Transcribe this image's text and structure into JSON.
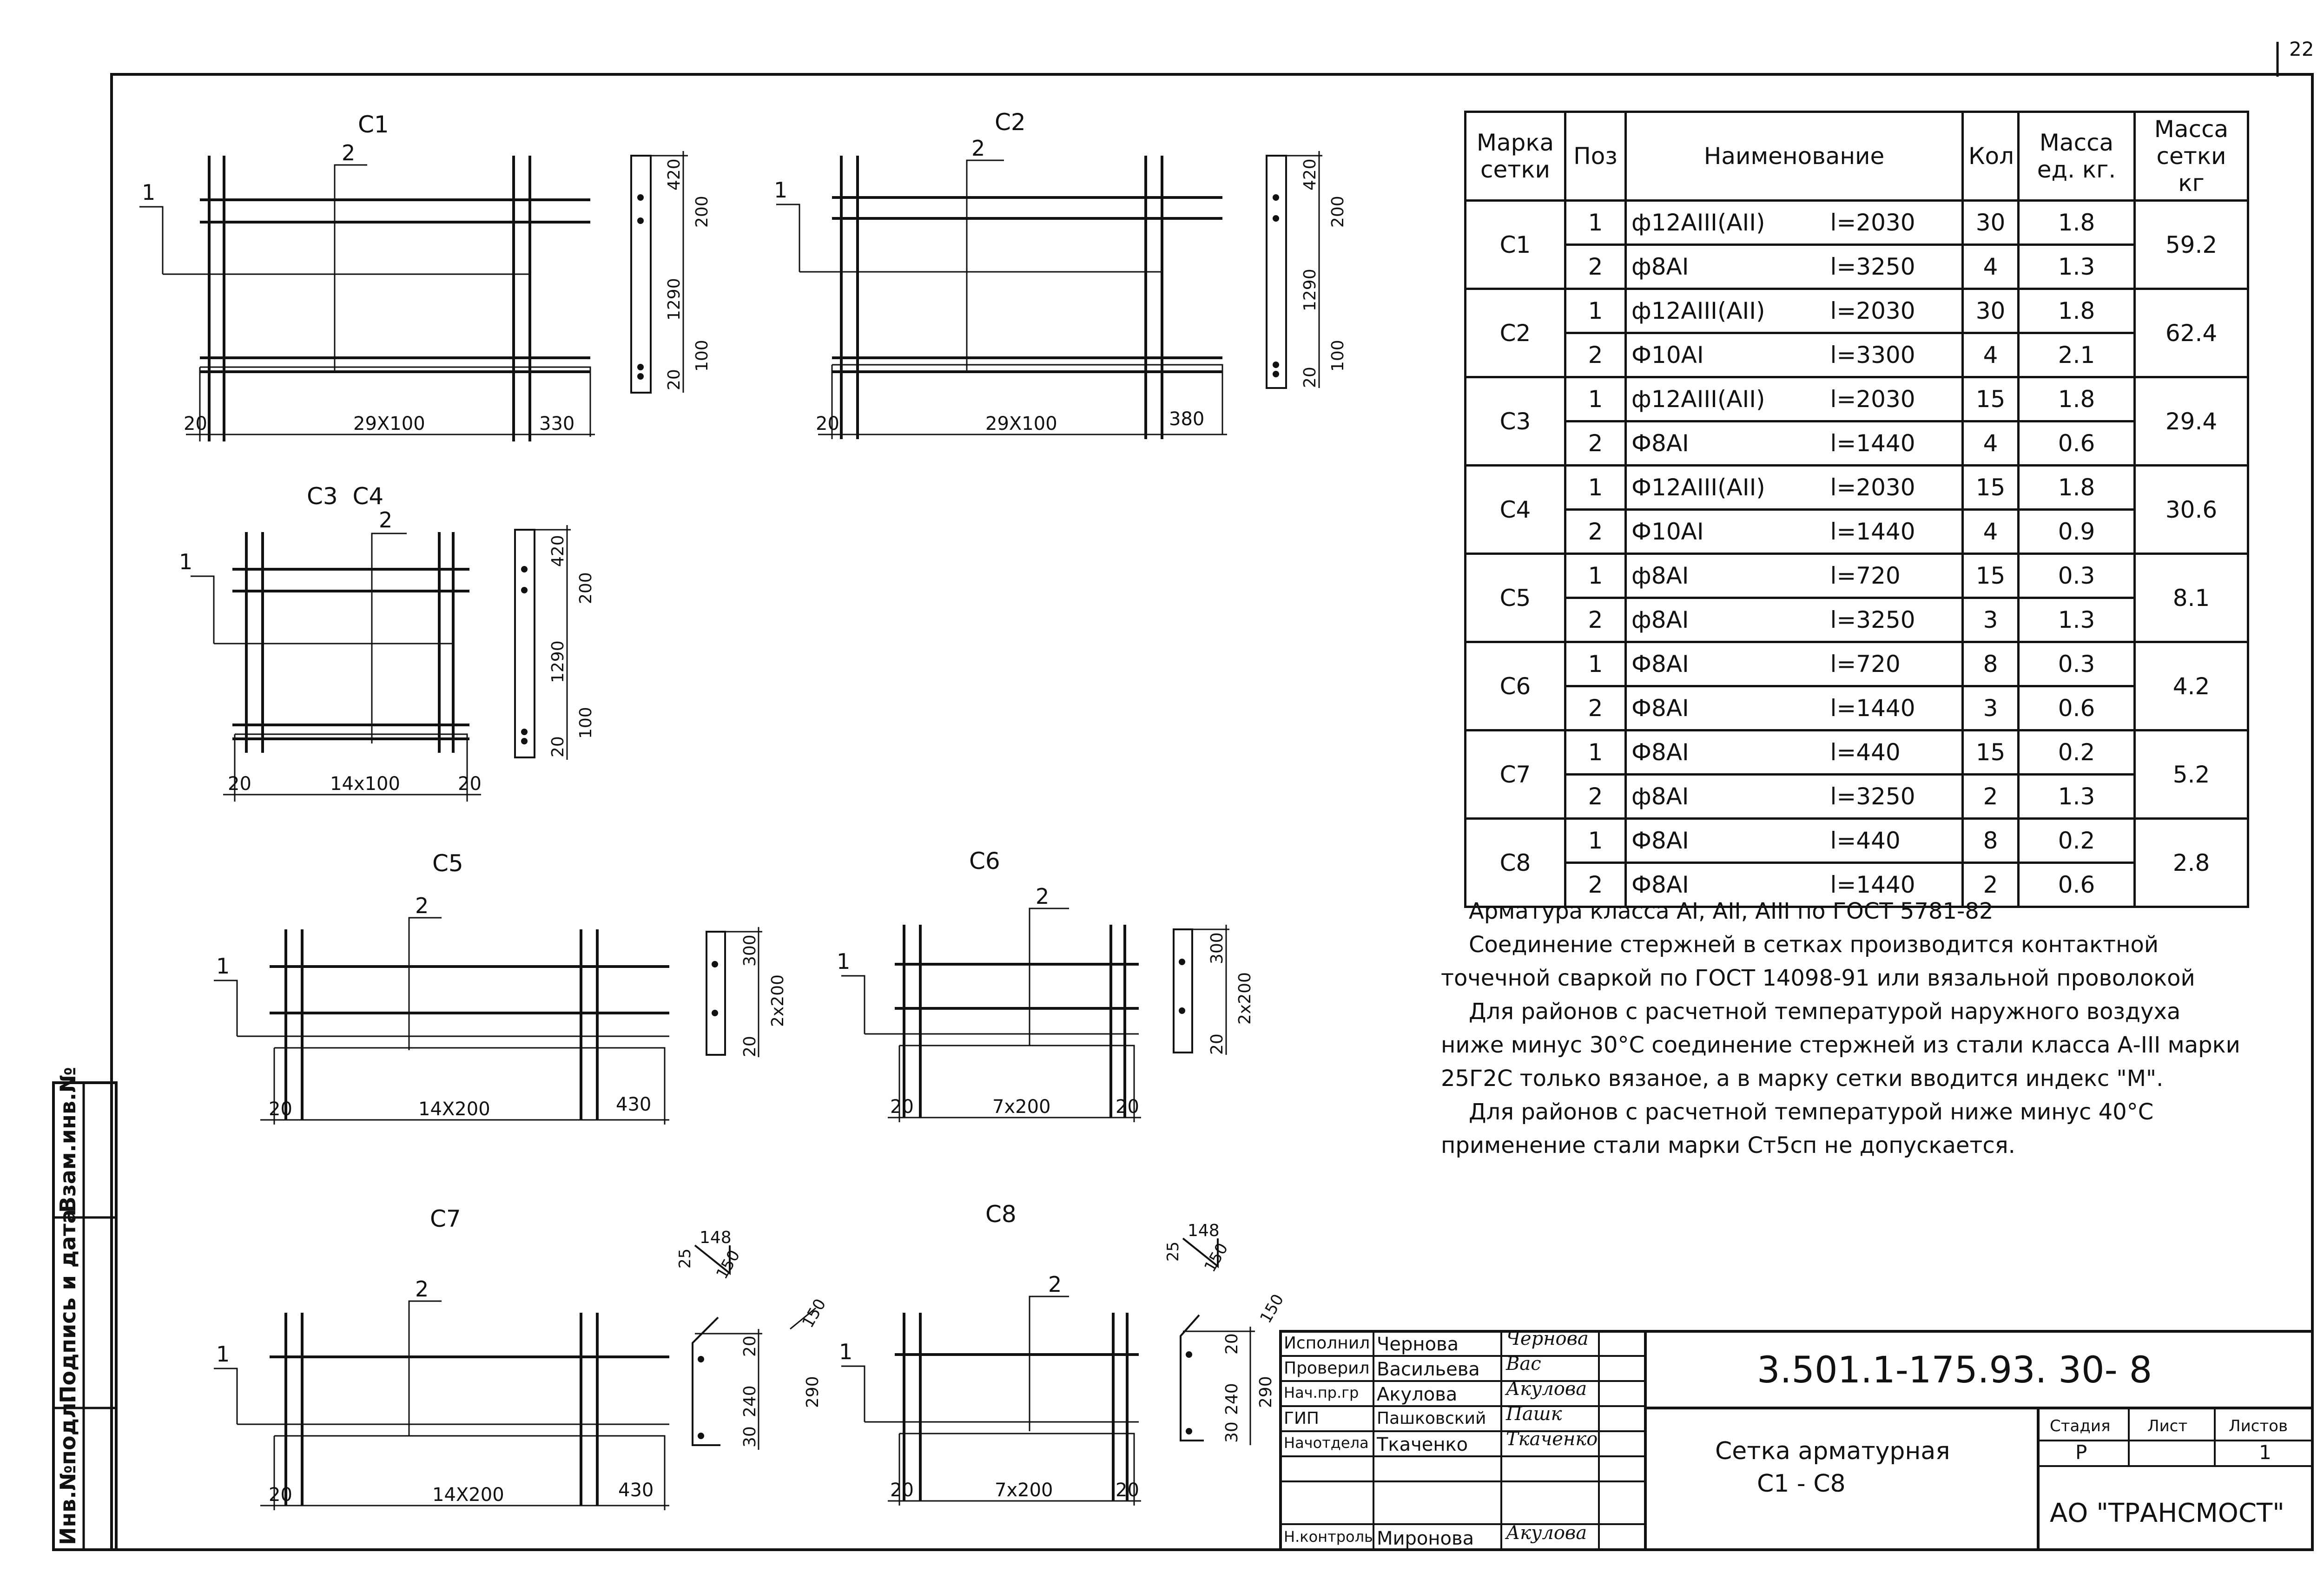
{
  "page_number": "22",
  "side_stamp": {
    "inv_no": "Инв.№подл.",
    "sign_date": "Подпись и дата",
    "replace_inv": "Взам.инв.№"
  },
  "drawings": {
    "c1": {
      "title": "С1",
      "pos1": "1",
      "pos2": "2",
      "dim_span": "29Х100",
      "dim_end": "330",
      "dim_start": "20",
      "side": {
        "d1": "420",
        "d2": "200",
        "d3": "1290",
        "d4": "100",
        "d5": "20"
      }
    },
    "c2": {
      "title": "С2",
      "pos1": "1",
      "pos2": "2",
      "dim_span": "29Х100",
      "dim_end": "380",
      "dim_start": "20",
      "side": {
        "d1": "420",
        "d2": "200",
        "d3": "1290",
        "d4": "100",
        "d5": "20"
      }
    },
    "c3c4": {
      "title": "С3  С4",
      "pos1": "1",
      "pos2": "2",
      "dim_span": "14х100",
      "dim_start": "20",
      "dim_end": "20",
      "side": {
        "d1": "420",
        "d2": "200",
        "d3": "1290",
        "d4": "100",
        "d5": "20"
      }
    },
    "c5": {
      "title": "С5",
      "pos1": "1",
      "pos2": "2",
      "dim_span": "14Х200",
      "dim_start": "20",
      "dim_end": "430",
      "side": {
        "d1": "300",
        "d2": "2х200",
        "d3": "20"
      }
    },
    "c6": {
      "title": "С6",
      "pos1": "1",
      "pos2": "2",
      "dim_span": "7х200",
      "dim_start": "20",
      "dim_end": "20",
      "side": {
        "d1": "300",
        "d2": "2х200",
        "d3": "20"
      }
    },
    "c7": {
      "title": "С7",
      "pos1": "1",
      "pos2": "2",
      "dim_span": "14Х200",
      "dim_start": "20",
      "dim_end": "430",
      "bend": {
        "a": "148",
        "b": "150",
        "c": "25"
      },
      "side": {
        "d1": "20",
        "d2": "240",
        "d3": "30",
        "d4": "290",
        "d5": "150"
      }
    },
    "c8": {
      "title": "С8",
      "pos1": "1",
      "pos2": "2",
      "dim_span": "7х200",
      "dim_start": "20",
      "dim_end": "20",
      "bend": {
        "a": "148",
        "b": "150",
        "c": "25"
      },
      "side": {
        "d1": "20",
        "d2": "240",
        "d3": "30",
        "d4": "290",
        "d5": "150"
      }
    }
  },
  "table": {
    "headers": {
      "mark": "Марка сетки",
      "pos": "Поз",
      "name": "Наименование",
      "qty": "Кол",
      "unit_mass": "Масса ед. кг.",
      "mesh_mass": "Масса сетки кг"
    },
    "rows": [
      {
        "mark": "С1",
        "mass": "59.2",
        "items": [
          {
            "pos": "1",
            "name": "ф12АIII(АII)",
            "len": "l=2030",
            "qty": "30",
            "unit": "1.8"
          },
          {
            "pos": "2",
            "name": "ф8АI",
            "len": "l=3250",
            "qty": "4",
            "unit": "1.3"
          }
        ]
      },
      {
        "mark": "С2",
        "mass": "62.4",
        "items": [
          {
            "pos": "1",
            "name": "ф12АIII(АII)",
            "len": "l=2030",
            "qty": "30",
            "unit": "1.8"
          },
          {
            "pos": "2",
            "name": "Ф10АI",
            "len": "l=3300",
            "qty": "4",
            "unit": "2.1"
          }
        ]
      },
      {
        "mark": "С3",
        "mass": "29.4",
        "items": [
          {
            "pos": "1",
            "name": "ф12АIII(АII)",
            "len": "l=2030",
            "qty": "15",
            "unit": "1.8"
          },
          {
            "pos": "2",
            "name": "Ф8АI",
            "len": "l=1440",
            "qty": "4",
            "unit": "0.6"
          }
        ]
      },
      {
        "mark": "С4",
        "mass": "30.6",
        "items": [
          {
            "pos": "1",
            "name": "Ф12АIII(АII)",
            "len": "l=2030",
            "qty": "15",
            "unit": "1.8"
          },
          {
            "pos": "2",
            "name": "Ф10АI",
            "len": "l=1440",
            "qty": "4",
            "unit": "0.9"
          }
        ]
      },
      {
        "mark": "С5",
        "mass": "8.1",
        "items": [
          {
            "pos": "1",
            "name": "ф8АI",
            "len": "l=720",
            "qty": "15",
            "unit": "0.3"
          },
          {
            "pos": "2",
            "name": "ф8АI",
            "len": "l=3250",
            "qty": "3",
            "unit": "1.3"
          }
        ]
      },
      {
        "mark": "С6",
        "mass": "4.2",
        "items": [
          {
            "pos": "1",
            "name": "Ф8АI",
            "len": "l=720",
            "qty": "8",
            "unit": "0.3"
          },
          {
            "pos": "2",
            "name": "Ф8АI",
            "len": "l=1440",
            "qty": "3",
            "unit": "0.6"
          }
        ]
      },
      {
        "mark": "С7",
        "mass": "5.2",
        "items": [
          {
            "pos": "1",
            "name": "Ф8АI",
            "len": "l=440",
            "qty": "15",
            "unit": "0.2"
          },
          {
            "pos": "2",
            "name": "ф8АI",
            "len": "l=3250",
            "qty": "2",
            "unit": "1.3"
          }
        ]
      },
      {
        "mark": "С8",
        "mass": "2.8",
        "items": [
          {
            "pos": "1",
            "name": "Ф8АI",
            "len": "l=440",
            "qty": "8",
            "unit": "0.2"
          },
          {
            "pos": "2",
            "name": "Ф8АI",
            "len": "l=1440",
            "qty": "2",
            "unit": "0.6"
          }
        ]
      }
    ]
  },
  "notes": [
    "Арматура класса АI, АII, АIII по ГОСТ 5781-82",
    "Соединение стержней в сетках производится контактной точечной сваркой по ГОСТ 14098-91 или вязальной проволокой",
    "Для районов с расчетной температурой наружного воздуха ниже минус 30°С соединение стержней из стали класса А-III марки 25Г2С только вязаное, а в марку сетки вводится индекс \"М\".",
    "Для районов с расчетной температурой ниже минус 40°С применение стали марки Ст5сп не допускается."
  ],
  "title_block": {
    "code": "3.501.1-175.93. 30- 8",
    "title_line1": "Сетка арматурная",
    "title_line2": "С1 - С8",
    "stage_label": "Стадия",
    "sheet_label": "Лист",
    "sheets_label": "Листов",
    "stage": "Р",
    "sheet": "",
    "sheets": "1",
    "org": "АО \"ТРАНСМОСТ\"",
    "people": [
      {
        "role": "Исполнил",
        "name": "Чернова",
        "sig": "Чернова"
      },
      {
        "role": "Проверил",
        "name": "Васильева",
        "sig": "Вас"
      },
      {
        "role": "Нач.пр.гр",
        "name": "Акулова",
        "sig": "Акулова"
      },
      {
        "role": "ГИП",
        "name": "Пашковский",
        "sig": "Пашк"
      },
      {
        "role": "Начотдела",
        "name": "Ткаченко",
        "sig": "Ткаченко"
      },
      {
        "role": "",
        "name": "",
        "sig": ""
      },
      {
        "role": "Н.контроль",
        "name": "Миронова",
        "sig": "Акулова"
      }
    ]
  }
}
